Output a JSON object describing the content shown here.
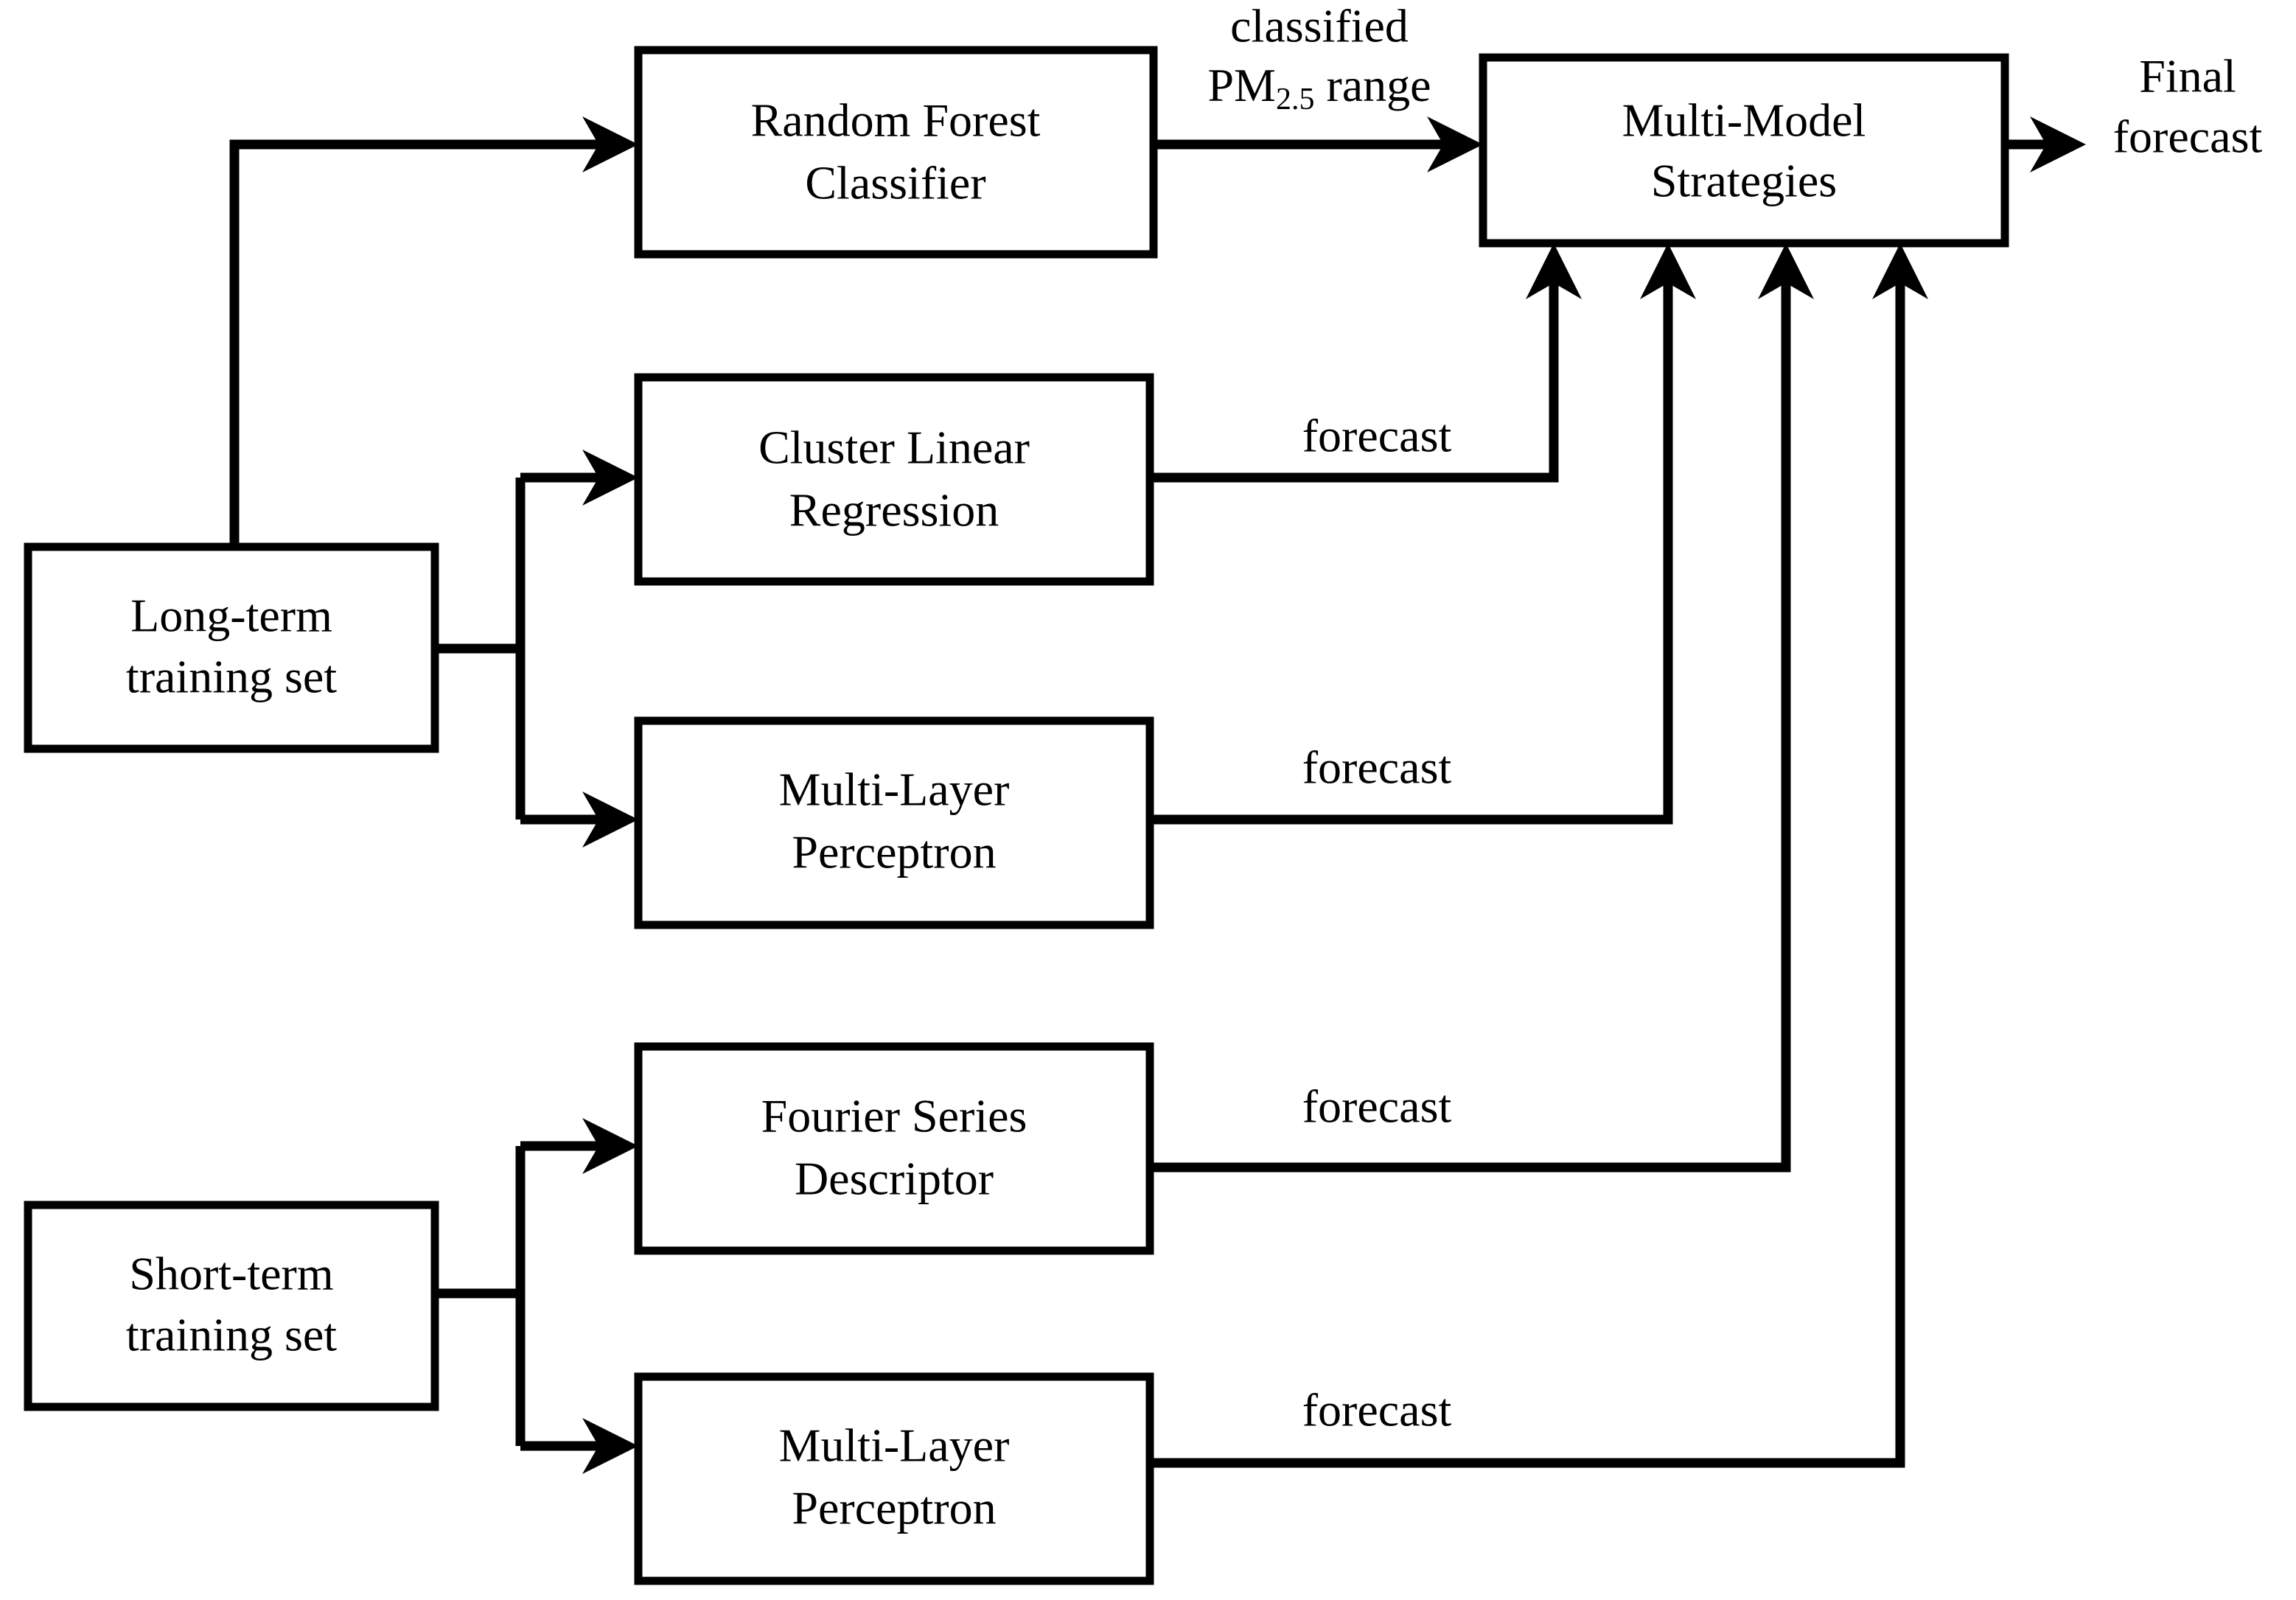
{
  "diagram": {
    "title": "PM2.5 multi-model forecasting framework flowchart",
    "background_color": "#ffffff",
    "line_color": "#000000",
    "nodes": {
      "long_term": {
        "line1": "Long-term",
        "line2": "training set"
      },
      "short_term": {
        "line1": "Short-term",
        "line2": "training set"
      },
      "random_forest": {
        "line1": "Random Forest",
        "line2": "Classifier"
      },
      "cluster_linear": {
        "line1": "Cluster Linear",
        "line2": "Regression"
      },
      "mlp_long": {
        "line1": "Multi-Layer",
        "line2": "Perceptron"
      },
      "fourier": {
        "line1": "Fourier Series",
        "line2": "Descriptor"
      },
      "mlp_short": {
        "line1": "Multi-Layer",
        "line2": "Perceptron"
      },
      "multi_model": {
        "line1": "Multi-Model",
        "line2": "Strategies"
      }
    },
    "edge_labels": {
      "classified_line1": "classified",
      "classified_prefix": "PM",
      "classified_subscript": "2.5",
      "classified_suffix": " range",
      "forecast_clr": "forecast",
      "forecast_mlp_long": "forecast",
      "forecast_fsd": "forecast",
      "forecast_mlp_short": "forecast"
    },
    "output": {
      "line1": "Final",
      "line2": "forecast"
    }
  }
}
